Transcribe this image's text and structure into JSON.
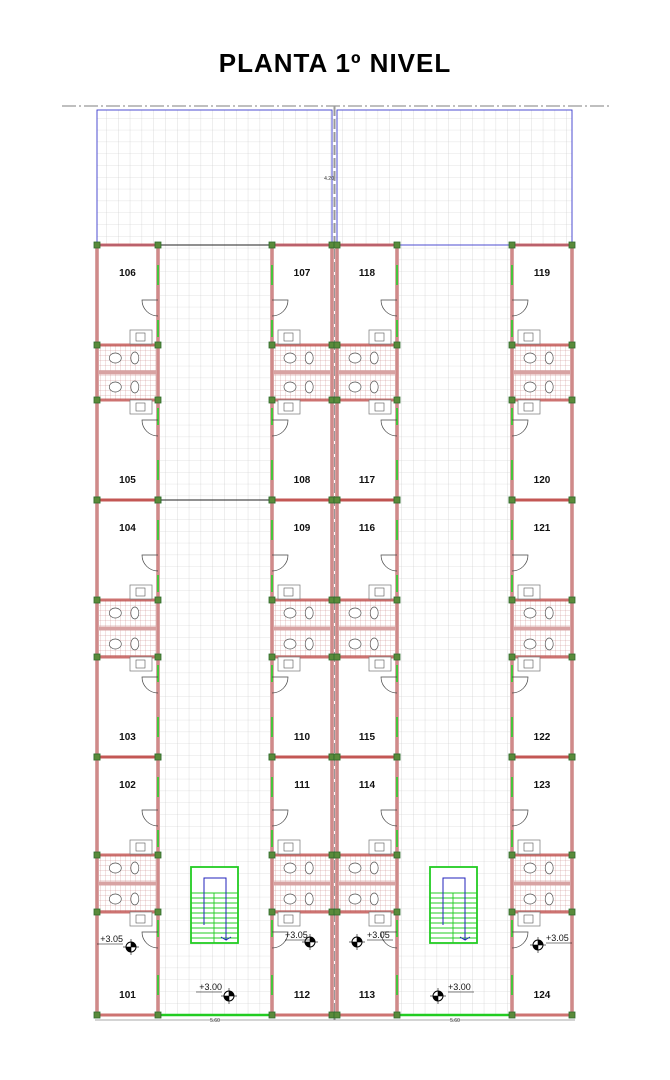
{
  "title": "PLANTA 1º NIVEL",
  "colors": {
    "wall": "#c0504d",
    "wall_fill": "#d8a3a3",
    "grid": "#c8c8c8",
    "terrace_outline": "#3a3acc",
    "stair": "#22cc22",
    "stair_arrow": "#2020bb",
    "column": "#2d6b2d"
  },
  "rooms": {
    "col_a": [
      [
        "106",
        "105"
      ],
      [
        "104",
        "103"
      ],
      [
        "102",
        "101"
      ]
    ],
    "col_b": [
      [
        "107",
        "108"
      ],
      [
        "109",
        "110"
      ],
      [
        "111",
        "112"
      ]
    ],
    "col_c": [
      [
        "118",
        "117"
      ],
      [
        "116",
        "115"
      ],
      [
        "114",
        "113"
      ]
    ],
    "col_d": [
      [
        "119",
        "120"
      ],
      [
        "121",
        "122"
      ],
      [
        "123",
        "124"
      ]
    ]
  },
  "levels": {
    "room_101": "+3.05",
    "corridor_left": "+3.00",
    "room_112": "+3.05",
    "room_113": "+3.05",
    "corridor_right": "+3.00",
    "room_124": "+3.05"
  },
  "dimensions": {
    "bottom_left": "5.60",
    "bottom_right": "5.60",
    "top_center": "4.20"
  }
}
